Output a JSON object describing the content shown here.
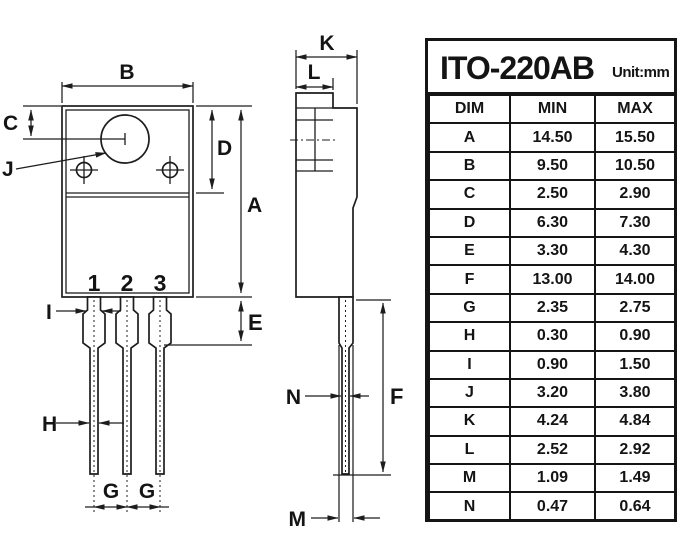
{
  "title_block": {
    "title": "ITO-220AB",
    "unit": "Unit:mm"
  },
  "table": {
    "headers": [
      "DIM",
      "MIN",
      "MAX"
    ],
    "rows": [
      {
        "dim": "A",
        "min": "14.50",
        "max": "15.50"
      },
      {
        "dim": "B",
        "min": "9.50",
        "max": "10.50"
      },
      {
        "dim": "C",
        "min": "2.50",
        "max": "2.90"
      },
      {
        "dim": "D",
        "min": "6.30",
        "max": "7.30"
      },
      {
        "dim": "E",
        "min": "3.30",
        "max": "4.30"
      },
      {
        "dim": "F",
        "min": "13.00",
        "max": "14.00"
      },
      {
        "dim": "G",
        "min": "2.35",
        "max": "2.75"
      },
      {
        "dim": "H",
        "min": "0.30",
        "max": "0.90"
      },
      {
        "dim": "I",
        "min": "0.90",
        "max": "1.50"
      },
      {
        "dim": "J",
        "min": "3.20",
        "max": "3.80"
      },
      {
        "dim": "K",
        "min": "4.24",
        "max": "4.84"
      },
      {
        "dim": "L",
        "min": "2.52",
        "max": "2.92"
      },
      {
        "dim": "M",
        "min": "1.09",
        "max": "1.49"
      },
      {
        "dim": "N",
        "min": "0.47",
        "max": "0.64"
      }
    ]
  },
  "front_view": {
    "pins": [
      "1",
      "2",
      "3"
    ],
    "labels": {
      "A": "A",
      "B": "B",
      "C": "C",
      "D": "D",
      "E": "E",
      "G_left": "G",
      "G_right": "G",
      "H": "H",
      "I": "I",
      "J": "J"
    }
  },
  "side_view": {
    "labels": {
      "K": "K",
      "L": "L",
      "F": "F",
      "M": "M",
      "N": "N"
    }
  }
}
